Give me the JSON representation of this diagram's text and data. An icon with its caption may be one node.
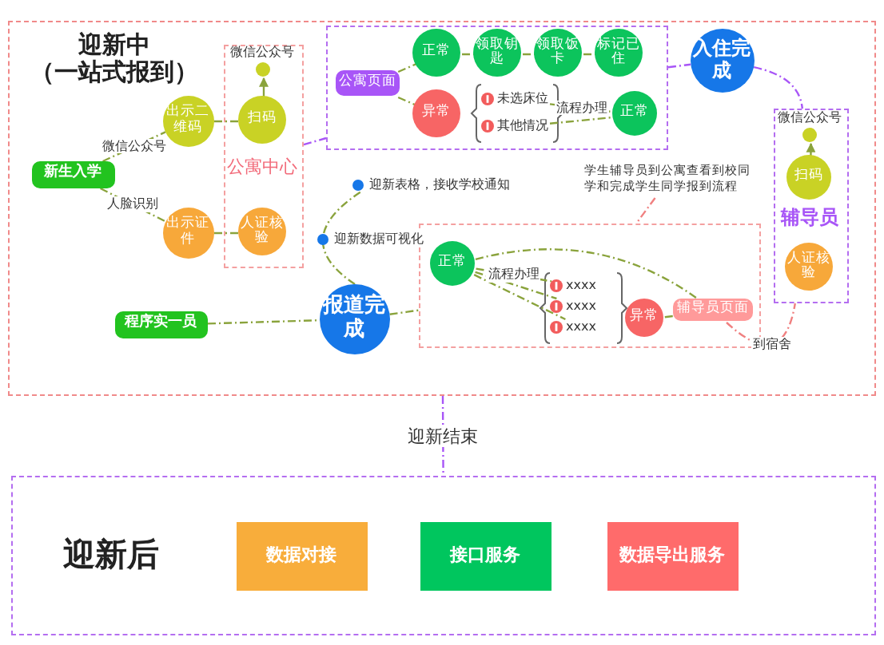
{
  "diagram": {
    "nodes": [
      {
        "text": [
          "迎新中（一站式报到）"
        ]
      },
      {
        "text": [
          "新生入学"
        ],
        "in": 0
      },
      {
        "text": [
          "出示二维码"
        ],
        "in": 0
      },
      {
        "text": [
          "出示证件"
        ],
        "in": 0
      },
      {
        "text": [
          "公寓中心"
        ],
        "in": 0
      },
      {
        "text": [
          "扫码"
        ],
        "in": 4
      },
      {
        "text": [
          "微信公众号"
        ],
        "in": 4
      },
      {
        "text": [
          "人证核验"
        ],
        "in": 4
      },
      {
        "text": [],
        "shape": "box",
        "in": 0
      },
      {
        "text": [
          "公寓页面"
        ],
        "in": 8
      },
      {
        "text": [
          "正常"
        ],
        "in": 8
      },
      {
        "text": [
          "领取钥匙"
        ],
        "in": 8
      },
      {
        "text": [
          "领取饭卡"
        ],
        "in": 8
      },
      {
        "text": [
          "标记已住"
        ],
        "in": 8
      },
      {
        "text": [
          "异常"
        ],
        "in": 8
      },
      {
        "text": [
          "未选床位"
        ],
        "in": 8
      },
      {
        "text": [
          "其他情况"
        ],
        "in": 8
      },
      {
        "text": [
          "正常"
        ],
        "in": 8
      },
      {
        "text": [
          "入住完成"
        ],
        "in": 0
      },
      {
        "text": [
          "辅导员"
        ],
        "in": 0
      },
      {
        "text": [
          "微信公众号"
        ],
        "in": 19
      },
      {
        "text": [
          "扫码"
        ],
        "in": 19
      },
      {
        "text": [
          "人证核验"
        ],
        "in": 19
      },
      {
        "text": [
          "报道完成"
        ],
        "in": 0
      },
      {
        "text": [
          "程序实一员"
        ],
        "in": 0
      },
      {
        "text": [
          "学生辅导员到公寓查看到校同学和完成学生同学报到流程"
        ],
        "in": 0
      },
      {
        "text": [],
        "shape": "box",
        "in": 0
      },
      {
        "text": [
          "正常"
        ],
        "in": 26
      },
      {
        "text": [
          "xxxx"
        ],
        "in": 26
      },
      {
        "text": [
          "xxxx"
        ],
        "in": 26
      },
      {
        "text": [
          "xxxx"
        ],
        "in": 26
      },
      {
        "text": [
          "异常"
        ],
        "in": 26
      },
      {
        "text": [
          "辅导员页面"
        ],
        "in": 26
      },
      {
        "text": [
          "迎新后"
        ]
      },
      {
        "text": [
          "数据对接"
        ],
        "in": 33
      },
      {
        "text": [
          "接口服务"
        ],
        "in": 33
      },
      {
        "text": [
          "数据导出服务"
        ],
        "in": 33
      }
    ],
    "edges": [
      {
        "from": 1,
        "to": 2,
        "arrow": "none",
        "label": "微信公众号",
        "style": "dashed"
      },
      {
        "from": 1,
        "to": 3,
        "arrow": "none",
        "label": "人脸识别",
        "style": "dashed"
      },
      {
        "from": 2,
        "to": 5,
        "arrow": "none",
        "style": "dashed"
      },
      {
        "from": 3,
        "to": 7,
        "arrow": "none",
        "style": "dashed"
      },
      {
        "from": 5,
        "to": 6,
        "arrow": "to"
      },
      {
        "from": 4,
        "to": 8,
        "arrow": "none",
        "style": "dashed",
        "color": "#a855f7"
      },
      {
        "from": 9,
        "to": 10,
        "arrow": "none",
        "style": "dashed"
      },
      {
        "from": 9,
        "to": 14,
        "arrow": "none",
        "style": "dashed"
      },
      {
        "from": 10,
        "to": 11,
        "arrow": "none",
        "style": "dashed"
      },
      {
        "from": 11,
        "to": 12,
        "arrow": "none",
        "style": "dashed"
      },
      {
        "from": 12,
        "to": 13,
        "arrow": "none",
        "style": "dashed"
      },
      {
        "from": 15,
        "to": 17,
        "arrow": "none",
        "label": "流程办理",
        "style": "dashed"
      },
      {
        "from": 16,
        "to": 17,
        "arrow": "none",
        "style": "dashed"
      },
      {
        "from": 8,
        "to": 18,
        "arrow": "none",
        "style": "dashed",
        "color": "#a855f7"
      },
      {
        "from": 18,
        "to": 19,
        "arrow": "none",
        "style": "dashed",
        "color": "#a855f7"
      },
      {
        "from": 21,
        "to": 20,
        "arrow": "to"
      },
      {
        "from": 24,
        "to": 23,
        "arrow": "none",
        "style": "dashed"
      },
      {
        "from": 23,
        "to": 26,
        "arrow": "none",
        "style": "dashed"
      },
      {
        "from": 25,
        "to": 26,
        "arrow": "none",
        "style": "dashed",
        "color": "#f08080"
      },
      {
        "from": 27,
        "to": 28,
        "arrow": "none",
        "label": "流程办理",
        "style": "dashed"
      },
      {
        "from": 27,
        "to": 29,
        "arrow": "none",
        "style": "dashed"
      },
      {
        "from": 27,
        "to": 30,
        "arrow": "none",
        "style": "dashed"
      },
      {
        "from": 27,
        "to": 32,
        "arrow": "none",
        "style": "dashed"
      },
      {
        "from": 31,
        "to": 32,
        "arrow": "none",
        "style": "dashed"
      },
      {
        "from": 32,
        "to": 19,
        "arrow": "none",
        "label": "到宿舍",
        "style": "dashed",
        "color": "#f08080"
      },
      {
        "from": 0,
        "to": 33,
        "arrow": "none",
        "label": "迎新结束",
        "style": "dashed",
        "color": "#a855f7"
      }
    ],
    "labels": [
      "迎新表格，接收学校通知",
      "迎新数据可视化"
    ]
  }
}
